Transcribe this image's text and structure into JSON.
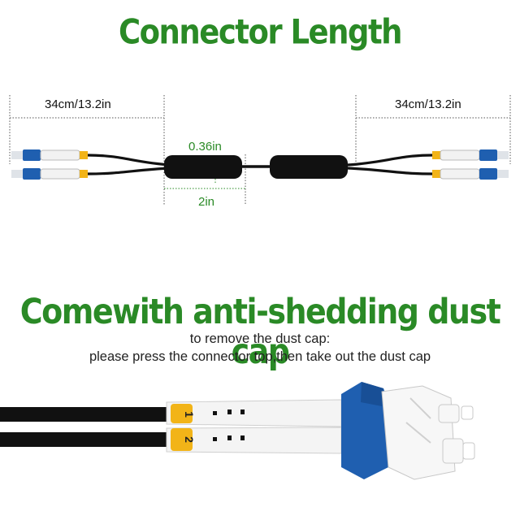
{
  "title": "Connector Length",
  "dimensions": {
    "left_length": "34cm/13.2in",
    "right_length": "34cm/13.2in",
    "boot_diameter": "0.36in",
    "boot_length": "2in"
  },
  "section2": {
    "heading": "Comewith anti-shedding dust cap",
    "instruction_line1": "to remove the dust cap:",
    "instruction_line2": "please press the connector top,then take out the dust cap"
  },
  "labels": {
    "one": "1",
    "two": "2"
  },
  "colors": {
    "heading_green": "#2a8a26",
    "connector_blue": "#1f5fb0",
    "label_yellow": "#f2b418",
    "cable_black": "#111111"
  }
}
